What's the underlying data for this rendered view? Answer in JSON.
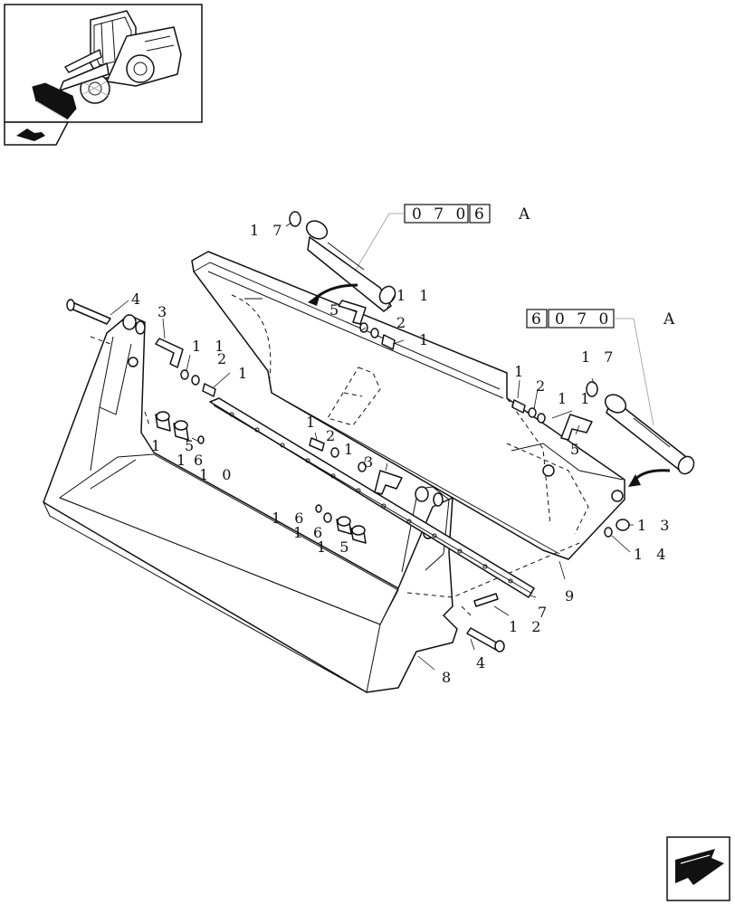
{
  "refs": {
    "top": {
      "boxes": [
        "0 7 0",
        "6"
      ],
      "suffix": "A"
    },
    "right": {
      "boxes": [
        "6",
        "0 7 0"
      ],
      "suffix": "A"
    }
  },
  "labels": [
    {
      "id": "l17a",
      "text": "1 7"
    },
    {
      "id": "l11a",
      "text": "1 1"
    },
    {
      "id": "l5a",
      "text": "5"
    },
    {
      "id": "l2a",
      "text": "2"
    },
    {
      "id": "l1a",
      "text": "1"
    },
    {
      "id": "l4a",
      "text": "4"
    },
    {
      "id": "l3a",
      "text": "3"
    },
    {
      "id": "l11b",
      "text": "1 1"
    },
    {
      "id": "l2b",
      "text": "2"
    },
    {
      "id": "l1b",
      "text": "1"
    },
    {
      "id": "l1c",
      "text": "1"
    },
    {
      "id": "l5b",
      "text": "5"
    },
    {
      "id": "l1d",
      "text": "1"
    },
    {
      "id": "l6a",
      "text": "6"
    },
    {
      "id": "l10",
      "text": "1 0"
    },
    {
      "id": "l1e",
      "text": "1"
    },
    {
      "id": "l2c",
      "text": "2"
    },
    {
      "id": "l1f",
      "text": "1"
    },
    {
      "id": "l3b",
      "text": "3"
    },
    {
      "id": "l16",
      "text": "1 6"
    },
    {
      "id": "l1g",
      "text": "1"
    },
    {
      "id": "l6b",
      "text": "6"
    },
    {
      "id": "l15",
      "text": "1 5"
    },
    {
      "id": "l1h",
      "text": "1"
    },
    {
      "id": "l2d",
      "text": "2"
    },
    {
      "id": "l11c",
      "text": "1 1"
    },
    {
      "id": "l17b",
      "text": "1 7"
    },
    {
      "id": "l5c",
      "text": "5"
    },
    {
      "id": "l13",
      "text": "1 3"
    },
    {
      "id": "l14",
      "text": "1 4"
    },
    {
      "id": "l9",
      "text": "9"
    },
    {
      "id": "l7",
      "text": "7"
    },
    {
      "id": "l12",
      "text": "1 2"
    },
    {
      "id": "l4b",
      "text": "4"
    },
    {
      "id": "l8",
      "text": "8"
    }
  ]
}
